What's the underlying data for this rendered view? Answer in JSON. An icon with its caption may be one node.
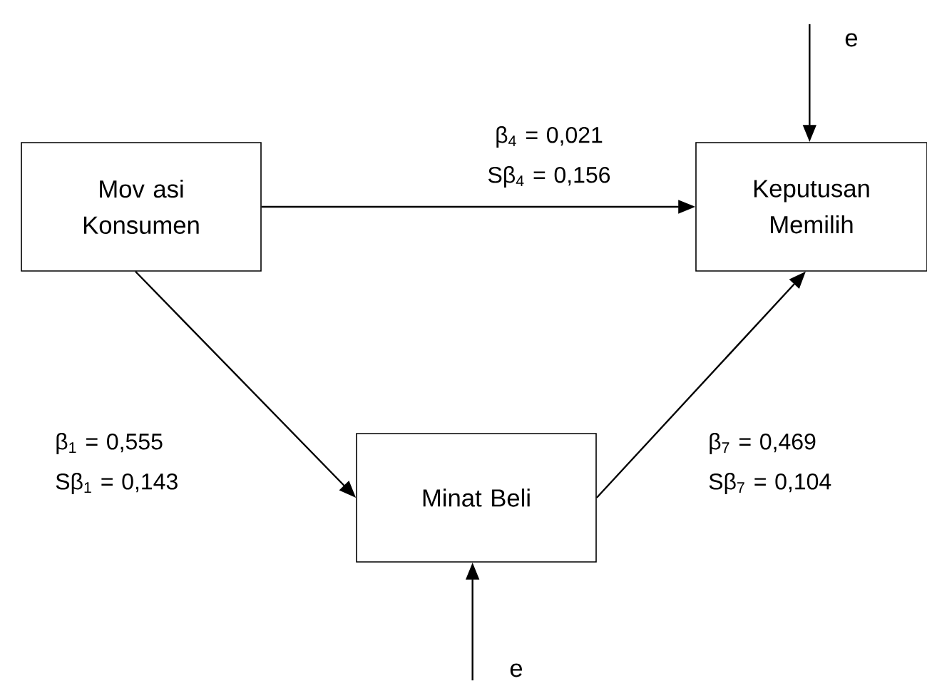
{
  "diagram": {
    "nodes": [
      {
        "text": [
          "Mov asi Konsumen"
        ]
      },
      {
        "text": [
          "Keputusan Memilih"
        ]
      },
      {
        "text": [
          "Minat Beli"
        ]
      },
      {
        "text": [
          "e"
        ]
      },
      {
        "text": [
          "e"
        ]
      }
    ],
    "edges": [
      {
        "from": 0,
        "to": 1,
        "arrow": "to",
        "label": "β$_{4}$ = 0,021 Sβ$_{4}$ = 0,156"
      },
      {
        "from": 0,
        "to": 2,
        "arrow": "to",
        "label": "β$_{1}$ = 0,555 Sβ$_{1}$ = 0,143"
      },
      {
        "from": 2,
        "to": 1,
        "arrow": "to",
        "label": "β$_{7}$ = 0,469 Sβ$_{7}$ = 0,104"
      },
      {
        "from": 3,
        "to": 1,
        "arrow": "to"
      },
      {
        "from": 4,
        "to": 2,
        "arrow": "to"
      }
    ]
  }
}
